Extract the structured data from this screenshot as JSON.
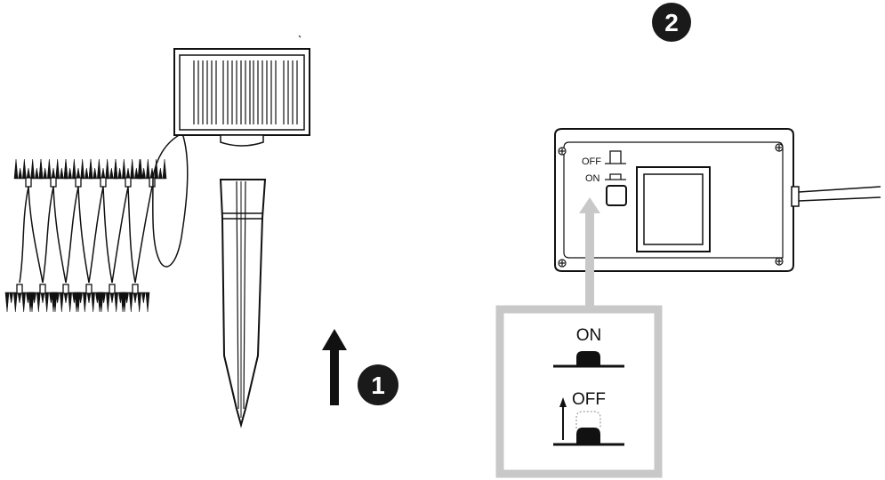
{
  "steps": {
    "step1": "1",
    "step2": "2"
  },
  "switch_panel": {
    "off_label": "OFF",
    "on_label": "ON"
  },
  "detail_box": {
    "on_label": "ON",
    "off_label": "OFF"
  },
  "colors": {
    "ink": "#111111",
    "callout_gray": "#c8c8c8",
    "badge_fill": "#1a1a1a",
    "badge_text": "#ffffff"
  },
  "icons": {
    "solar_panel": "solar-panel-icon",
    "ground_stake": "ground-stake-icon",
    "light_string": "light-string-icon",
    "battery_box": "battery-box-icon",
    "up_arrow": "up-arrow-icon"
  }
}
